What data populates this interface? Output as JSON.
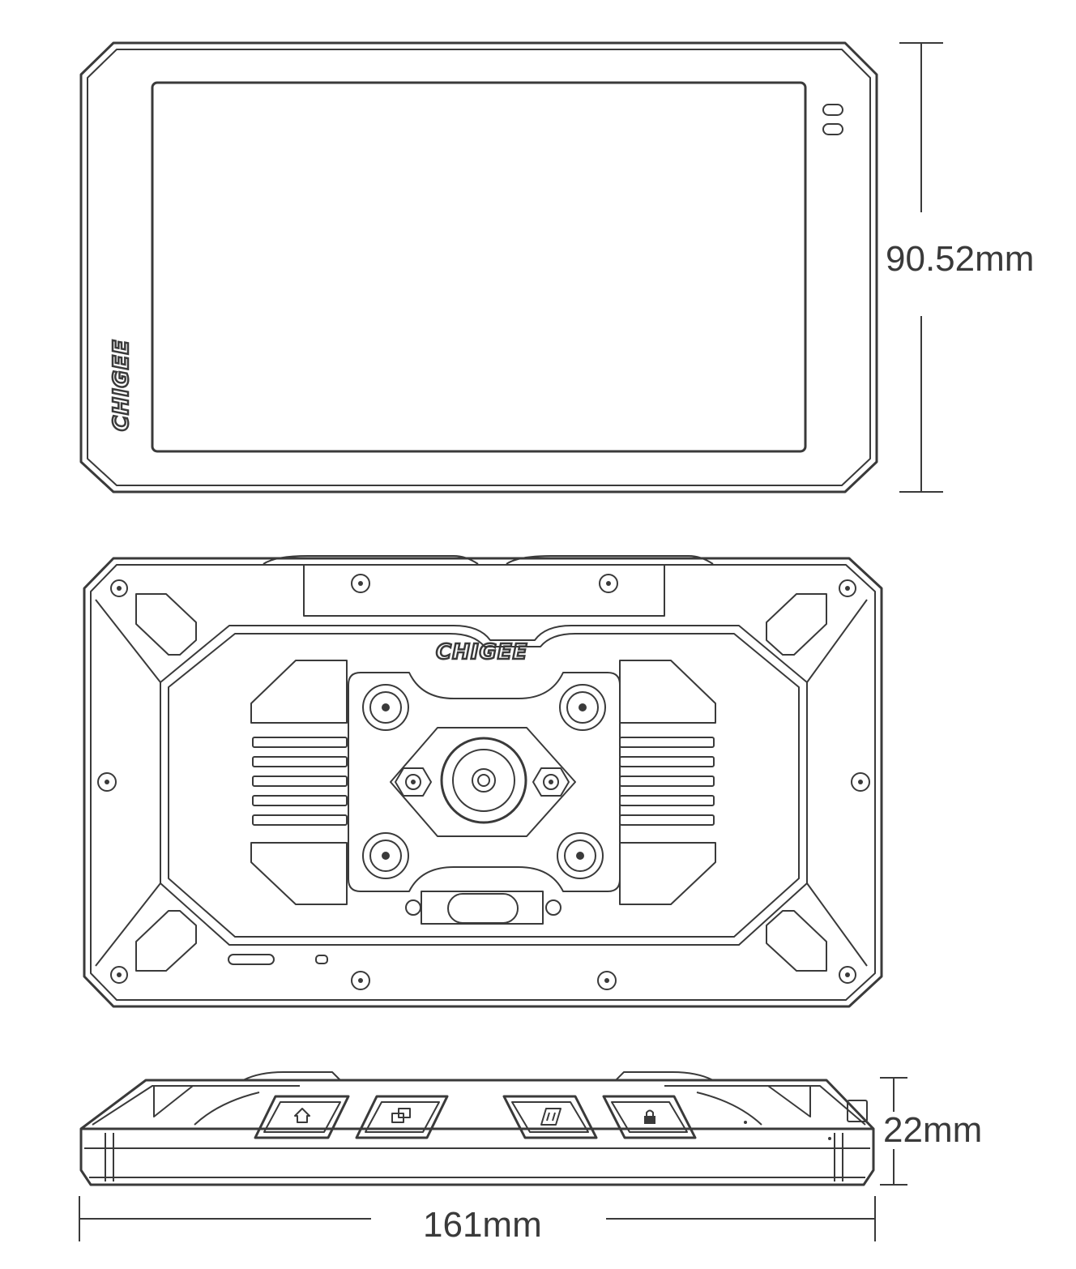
{
  "dimensions": {
    "height": "90.52mm",
    "thickness": "22mm",
    "width": "161mm"
  },
  "brand": {
    "logo_text": "CHIGEE"
  },
  "buttons": [
    {
      "icon": "home-icon"
    },
    {
      "icon": "windows-icon"
    },
    {
      "icon": "chigee-logo-icon"
    },
    {
      "icon": "lock-icon"
    }
  ]
}
